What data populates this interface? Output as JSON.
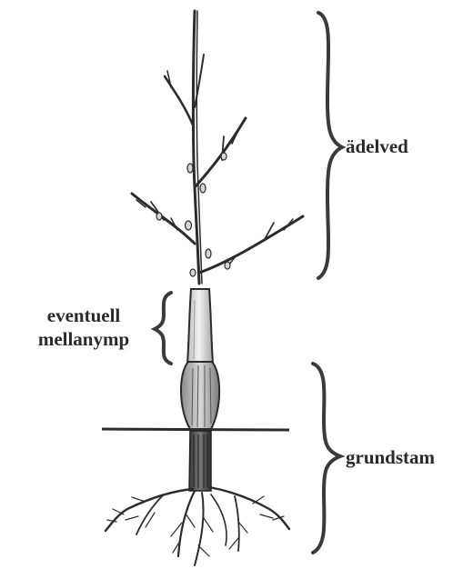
{
  "labels": {
    "scion": "ädelved",
    "interstem_line1": "eventuell",
    "interstem_line2": "mellanymp",
    "rootstock": "grundstam"
  },
  "colors": {
    "ink": "#2b2b2b",
    "brace": "#3a3a3a",
    "bark": "#f2f2f2",
    "shade": "#bdbdbd"
  }
}
